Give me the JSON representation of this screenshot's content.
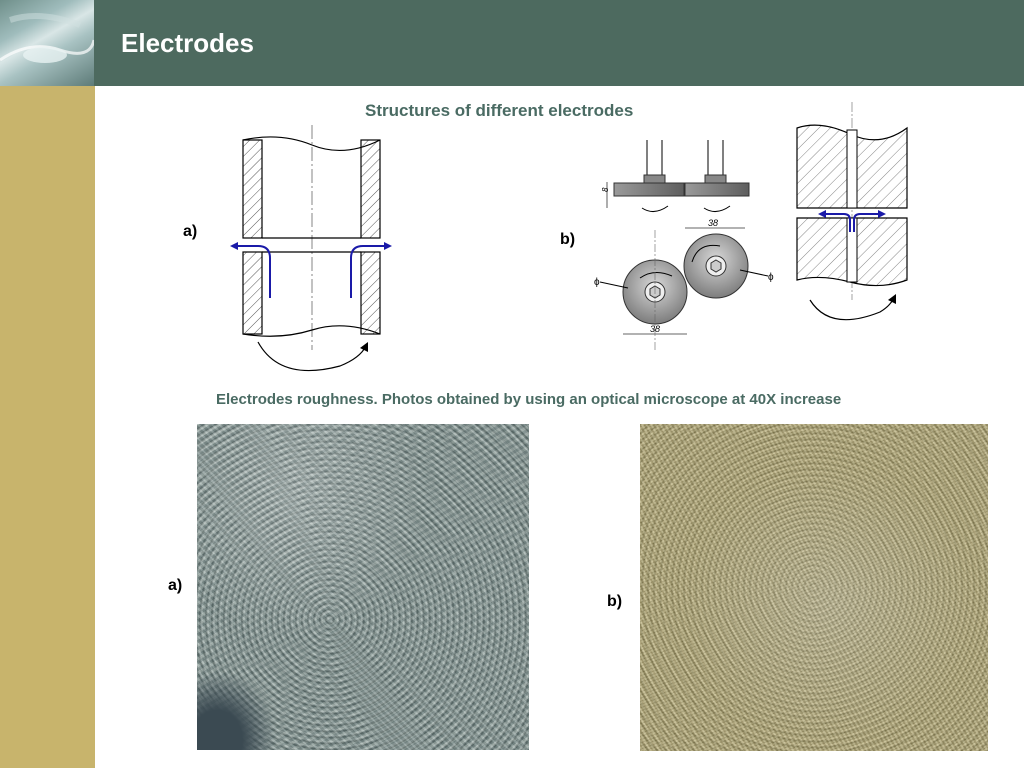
{
  "slide": {
    "title": "Electrodes"
  },
  "structures": {
    "caption": "Structures of different electrodes",
    "label_a": "a)",
    "label_b": "b)",
    "dim_thickness": "8",
    "dim_diameter_top": "38",
    "dim_diameter_bottom": "38",
    "dim_phi_left": "ϕ",
    "dim_phi_right": "ϕ"
  },
  "roughness": {
    "caption": "Electrodes roughness. Photos obtained by using an optical microscope at 40X increase",
    "label_a": "a)",
    "label_b": "b)"
  },
  "colors": {
    "header_bar": "#4d6a5f",
    "sidebar": "#c8b46c",
    "caption_text": "#4a6b63",
    "flow_arrow": "#1a1aa8"
  }
}
